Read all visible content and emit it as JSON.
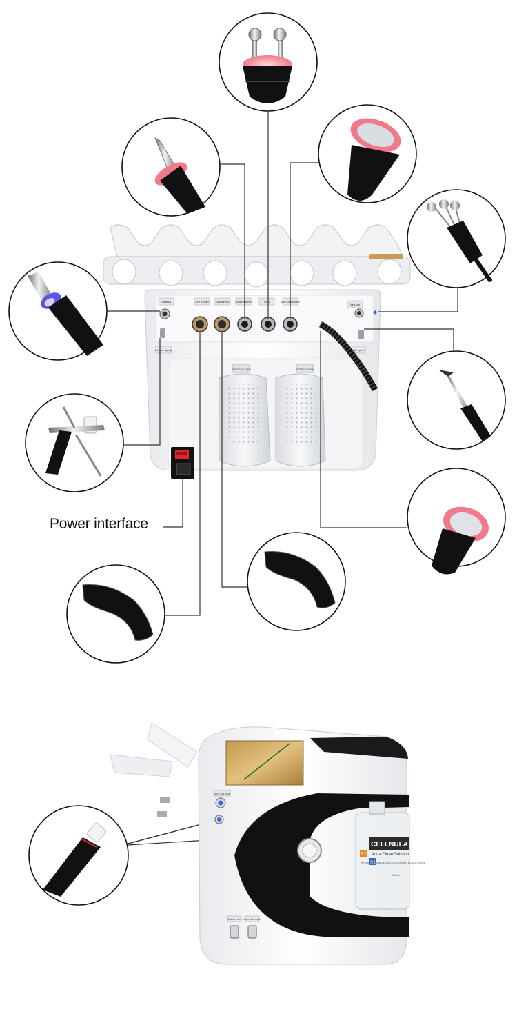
{
  "labels": {
    "power_interface": "Power interface",
    "port_spatula": "Spatula",
    "port_oxygen_spray": "Oxygen spray",
    "port_rf1": "Grb thread",
    "port_rf2": "Grb thread",
    "port_cold": "Cold hammer",
    "port_plb": "PLB",
    "port_ultrasound": "Soft ultrasound",
    "port_vacuum": "Vacuum",
    "port_water": "Water peel",
    "tank_left": "Advanced tips",
    "tank_right": "Bubble bottle",
    "side_port1": "Neo-syringe",
    "side_port2": "Water inlet",
    "side_port3": "Overflow drain",
    "bottle_brand": "CELLNULA",
    "bottle_product": "Aqua Clean Solution",
    "bottle_desc": "HYDRODERMABRASION CONCENTRATED SOLUTION",
    "bottle_code_s1": "S1",
    "bottle_code_s2": "S2",
    "bottle_volume": "500ml"
  },
  "colors": {
    "accent_pink": "#f07a8a",
    "body_white": "#f4f4f6",
    "handle_black": "#121212",
    "uv_blue": "#5b55e6",
    "power_red": "#e0262e"
  },
  "handpieces": [
    {
      "name": "bipolar-rf-ball-probe"
    },
    {
      "name": "cone-rf-probe"
    },
    {
      "name": "ultrasound-probe-top"
    },
    {
      "name": "microcurrent-ball-probe"
    },
    {
      "name": "ultrasonic-scrubber-spatula"
    },
    {
      "name": "vacuum-lifting-probe"
    },
    {
      "name": "oxygen-spray-gun"
    },
    {
      "name": "cold-hammer-probe"
    },
    {
      "name": "black-paddle-1"
    },
    {
      "name": "black-paddle-2"
    },
    {
      "name": "aqua-peel-tip"
    }
  ]
}
